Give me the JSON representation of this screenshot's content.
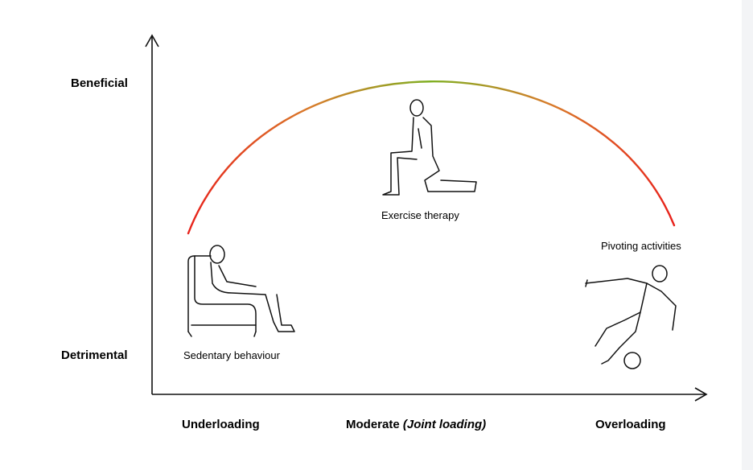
{
  "axes": {
    "y_top_label": "Beneficial",
    "y_bottom_label": "Detrimental",
    "x_left_label": "Underloading",
    "x_middle_label": "Moderate",
    "x_middle_label_italic": "(Joint loading)",
    "x_right_label": "Overloading"
  },
  "figures": {
    "sedentary": {
      "caption": "Sedentary behaviour",
      "icon": "person-sitting-armchair-icon"
    },
    "exercise": {
      "caption": "Exercise therapy",
      "icon": "person-lunge-icon"
    },
    "pivoting": {
      "caption": "Pivoting activities",
      "icon": "footballer-kicking-icon"
    }
  },
  "curve": {
    "shape": "inverted-u",
    "gradient_colors": [
      "#e8211b",
      "#d97a2a",
      "#7fb023",
      "#d97a2a",
      "#e8211b"
    ]
  }
}
